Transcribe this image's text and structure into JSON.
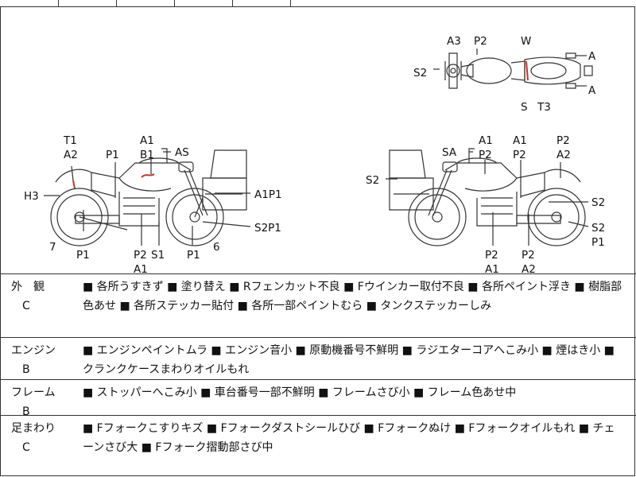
{
  "diagram": {
    "top_view": [
      "A3",
      "P2",
      "W",
      "A",
      "S2",
      "A",
      "S",
      "T3"
    ],
    "left_view": [
      "T1",
      "A2",
      "A1",
      "B1",
      "AS",
      "P1",
      "H3",
      "A1P1",
      "S2P1",
      "7",
      "P1",
      "P2",
      "S1",
      "A1",
      "P1",
      "6"
    ],
    "right_view": [
      "SA",
      "A1",
      "P2",
      "A1",
      "P2",
      "P2",
      "A2",
      "S2",
      "S2",
      "S2",
      "P1",
      "P2",
      "A1",
      "P2",
      "A2"
    ],
    "accent_color": "#c0392b"
  },
  "sections": [
    {
      "name": "外　観",
      "grade": "C",
      "text": "■ 各所うすきず ■ 塗り替え ■ Rフェンカット不良 ■ Fウインカー取付不良 ■ 各所ペイント浮き ■ 樹脂部色あせ ■ 各所ステッカー貼付 ■ 各所一部ペイントむら ■ タンクステッカーしみ"
    },
    {
      "name": "エンジン",
      "grade": "B",
      "text": "■ エンジンペイントムラ ■ エンジン音小 ■ 原動機番号不鮮明 ■ ラジエターコアへこみ小 ■ 煙はき小 ■ クランクケースまわりオイルもれ"
    },
    {
      "name": "フレーム",
      "grade": "B",
      "text": "■ ストッパーへこみ小 ■ 車台番号一部不鮮明 ■ フレームさび小 ■ フレーム色あせ中"
    },
    {
      "name": "足まわり",
      "grade": "C",
      "text": "■ Fフォークこすりキズ ■ Fフォークダストシールひび ■ Fフォークぬけ ■ Fフォークオイルもれ ■ チェーンさび大 ■ Fフォーク摺動部さび中"
    }
  ]
}
